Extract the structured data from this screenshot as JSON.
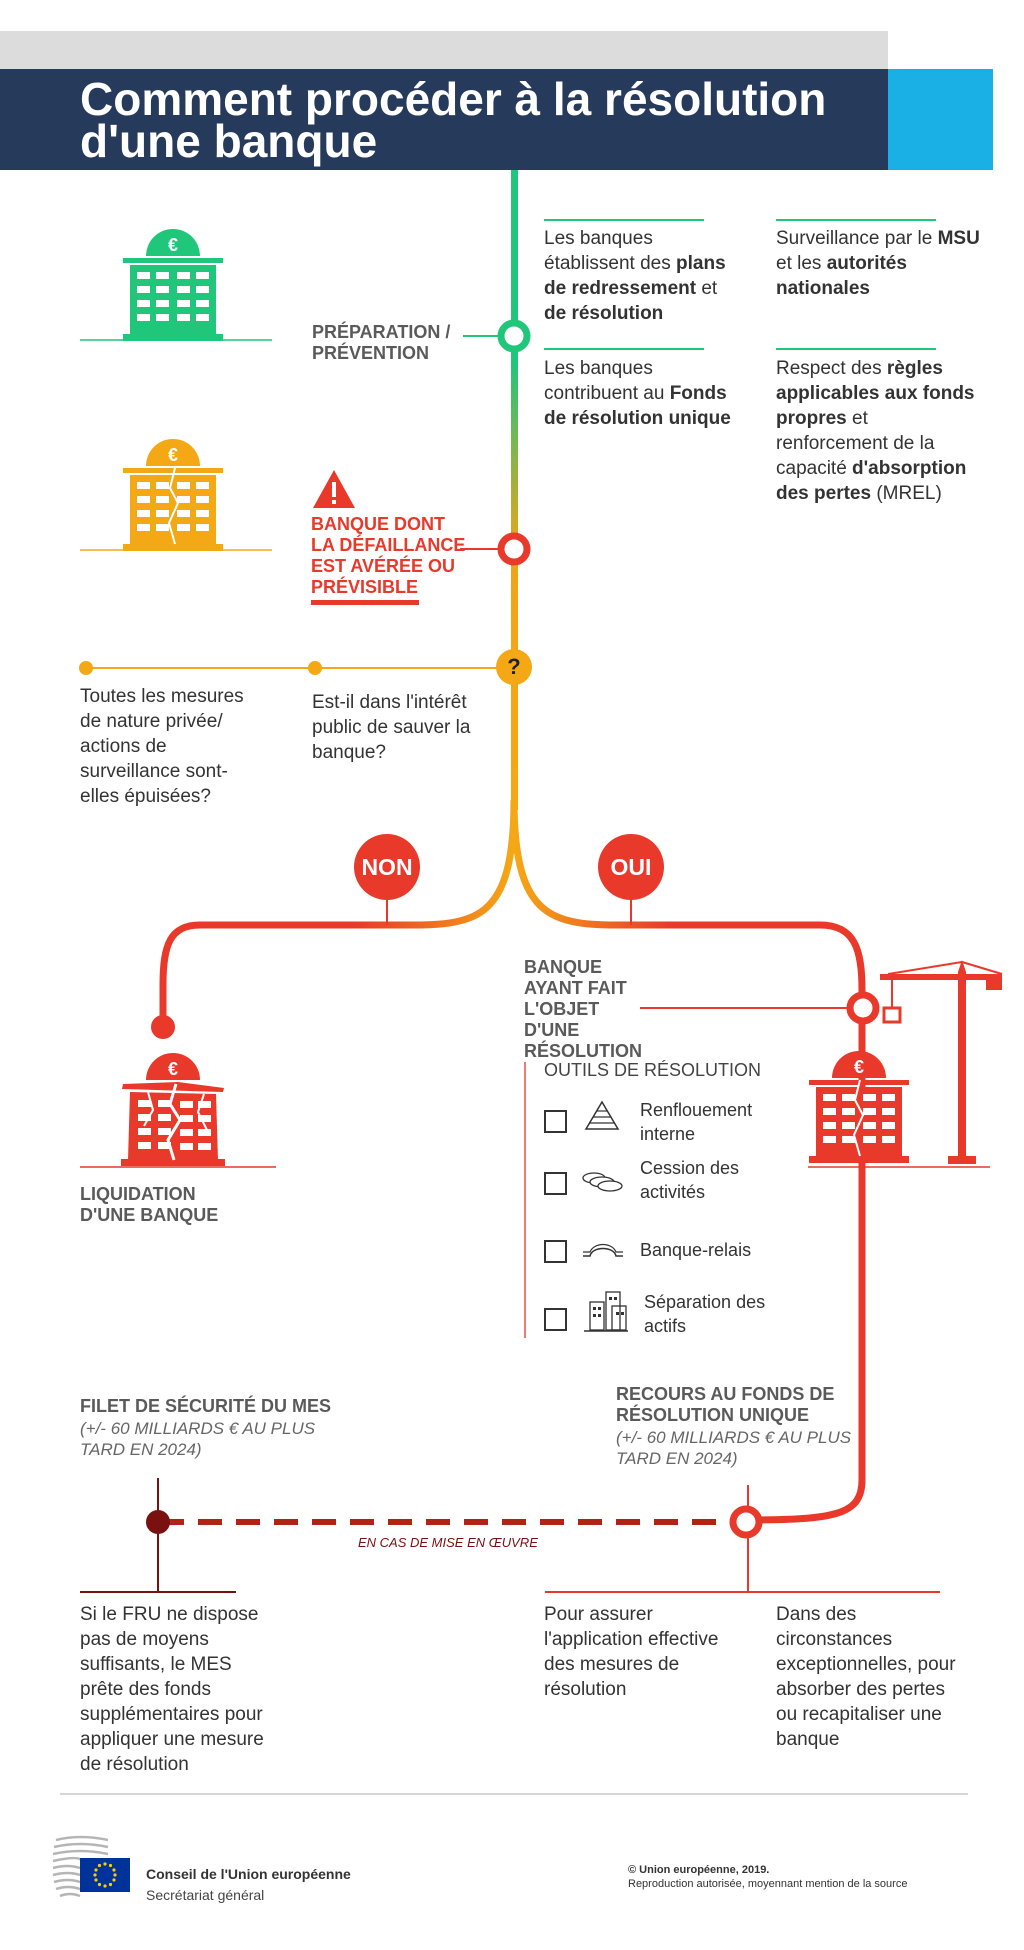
{
  "title": {
    "line1": "Comment procéder à la résolution",
    "line2": "d'une banque"
  },
  "prep": {
    "label_line1": "PRÉPARATION /",
    "label_line2": "PRÉVENTION",
    "col1a": [
      "Les banques établissent des ",
      "plans de redressement",
      " et ",
      "de résolution"
    ],
    "col1b": [
      "Les banques contribuent au ",
      "Fonds de résolution unique"
    ],
    "col2a": [
      "Surveillance par le ",
      "MSU",
      " et les ",
      "autorités nationales"
    ],
    "col2b": [
      "Respect des ",
      "règles applicables aux fonds propres",
      " et renforcement de la capacité ",
      "d'absorption des pertes",
      " (MREL)"
    ]
  },
  "failing": {
    "line1": "BANQUE DONT",
    "line2": "LA DÉFAILLANCE",
    "line3": "EST AVÉRÉE OU",
    "line4": "PRÉVISIBLE"
  },
  "question": {
    "mark": "?",
    "q1": "Toutes les mesures de nature privée/ actions de surveillance sont-elles épuisées?",
    "q2": "Est-il dans l'intérêt public de sauver la banque?"
  },
  "branches": {
    "non": "NON",
    "oui": "OUI"
  },
  "liquidation": {
    "line1": "LIQUIDATION",
    "line2": "D'UNE BANQUE"
  },
  "resolved": {
    "lines": [
      "BANQUE",
      "AYANT FAIT",
      "L'OBJET",
      "D'UNE",
      "RÉSOLUTION"
    ]
  },
  "tools": {
    "heading": "OUTILS DE RÉSOLUTION",
    "items": [
      {
        "label": "Renflouement interne",
        "icon": "pyramid-icon"
      },
      {
        "label": "Cession des activités",
        "icon": "coins-icon"
      },
      {
        "label": "Banque-relais",
        "icon": "bridge-icon"
      },
      {
        "label": "Séparation des actifs",
        "icon": "buildings-icon"
      }
    ]
  },
  "mes": {
    "title": "FILET DE SÉCURITÉ DU MES",
    "sub_line1": "(+/- 60 MILLIARDS € AU PLUS",
    "sub_line2": "TARD EN 2024)",
    "desc": "Si le FRU ne dispose pas de moyens suffisants, le MES prête des fonds supplémentaires pour appliquer une mesure de résolution"
  },
  "fru": {
    "title_line1": "RECOURS AU FONDS DE",
    "title_line2": "RÉSOLUTION UNIQUE",
    "sub_line1": "(+/- 60 MILLIARDS € AU PLUS",
    "sub_line2": "TARD EN 2024)",
    "desc1": "Pour assurer l'application effective des mesures de résolution",
    "desc2": "Dans des circonstances exceptionnelles, pour absorber des pertes ou recapitaliser une banque"
  },
  "dashed_label": "EN CAS DE MISE EN ŒUVRE",
  "footer": {
    "org": "Conseil de l'Union européenne",
    "sub": "Secrétariat général",
    "copyright": "© Union européenne, 2019.",
    "repro": "Reproduction autorisée, moyennant mention de la source"
  },
  "colors": {
    "navy": "#263a5b",
    "blue": "#1ab0e6",
    "green": "#20c67a",
    "orange": "#f5a815",
    "red": "#e8392b",
    "darkred": "#7a1111"
  }
}
